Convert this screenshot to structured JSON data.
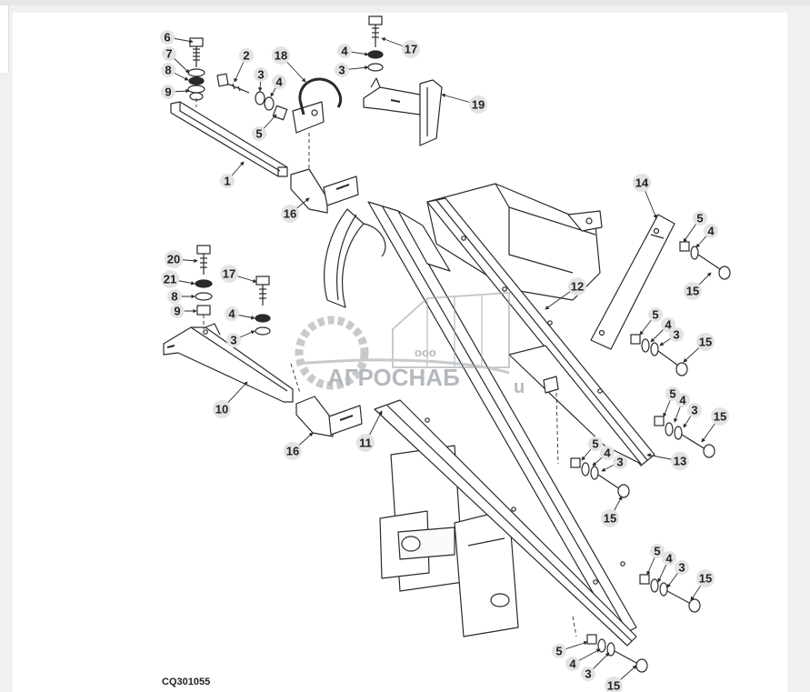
{
  "diagram": {
    "code": "CQ301055",
    "watermark": {
      "small": "ооо",
      "brand": "АГРОСНАБ",
      "suffix": "u",
      "color": "#9aa0a6"
    },
    "line_color": "#2a2a2a",
    "callout_fill": "#e3e3e3",
    "callouts": [
      {
        "id": "c1",
        "text": "6"
      },
      {
        "id": "c2",
        "text": "7"
      },
      {
        "id": "c3",
        "text": "8"
      },
      {
        "id": "c4",
        "text": "9"
      },
      {
        "id": "c5",
        "text": "2"
      },
      {
        "id": "c6",
        "text": "3"
      },
      {
        "id": "c7",
        "text": "4"
      },
      {
        "id": "c8",
        "text": "5"
      },
      {
        "id": "c9",
        "text": "18"
      },
      {
        "id": "c10",
        "text": "4"
      },
      {
        "id": "c11",
        "text": "3"
      },
      {
        "id": "c12",
        "text": "17"
      },
      {
        "id": "c13",
        "text": "19"
      },
      {
        "id": "c14",
        "text": "1"
      },
      {
        "id": "c15",
        "text": "16"
      },
      {
        "id": "c16",
        "text": "14"
      },
      {
        "id": "c17",
        "text": "5"
      },
      {
        "id": "c18",
        "text": "4"
      },
      {
        "id": "c19",
        "text": "15"
      },
      {
        "id": "c20",
        "text": "20"
      },
      {
        "id": "c21",
        "text": "21"
      },
      {
        "id": "c22",
        "text": "8"
      },
      {
        "id": "c23",
        "text": "9"
      },
      {
        "id": "c24",
        "text": "17"
      },
      {
        "id": "c25",
        "text": "4"
      },
      {
        "id": "c26",
        "text": "3"
      },
      {
        "id": "c27",
        "text": "12"
      },
      {
        "id": "c28",
        "text": "5"
      },
      {
        "id": "c29",
        "text": "4"
      },
      {
        "id": "c30",
        "text": "3"
      },
      {
        "id": "c31",
        "text": "15"
      },
      {
        "id": "c32",
        "text": "10"
      },
      {
        "id": "c33",
        "text": "5"
      },
      {
        "id": "c34",
        "text": "4"
      },
      {
        "id": "c35",
        "text": "3"
      },
      {
        "id": "c36",
        "text": "15"
      },
      {
        "id": "c37",
        "text": "16"
      },
      {
        "id": "c38",
        "text": "11"
      },
      {
        "id": "c39",
        "text": "5"
      },
      {
        "id": "c40",
        "text": "4"
      },
      {
        "id": "c41",
        "text": "3"
      },
      {
        "id": "c42",
        "text": "13"
      },
      {
        "id": "c43",
        "text": "15"
      },
      {
        "id": "c44",
        "text": "5"
      },
      {
        "id": "c45",
        "text": "4"
      },
      {
        "id": "c46",
        "text": "3"
      },
      {
        "id": "c47",
        "text": "15"
      },
      {
        "id": "c48",
        "text": "5"
      },
      {
        "id": "c49",
        "text": "4"
      },
      {
        "id": "c50",
        "text": "3"
      },
      {
        "id": "c51",
        "text": "15"
      }
    ]
  }
}
